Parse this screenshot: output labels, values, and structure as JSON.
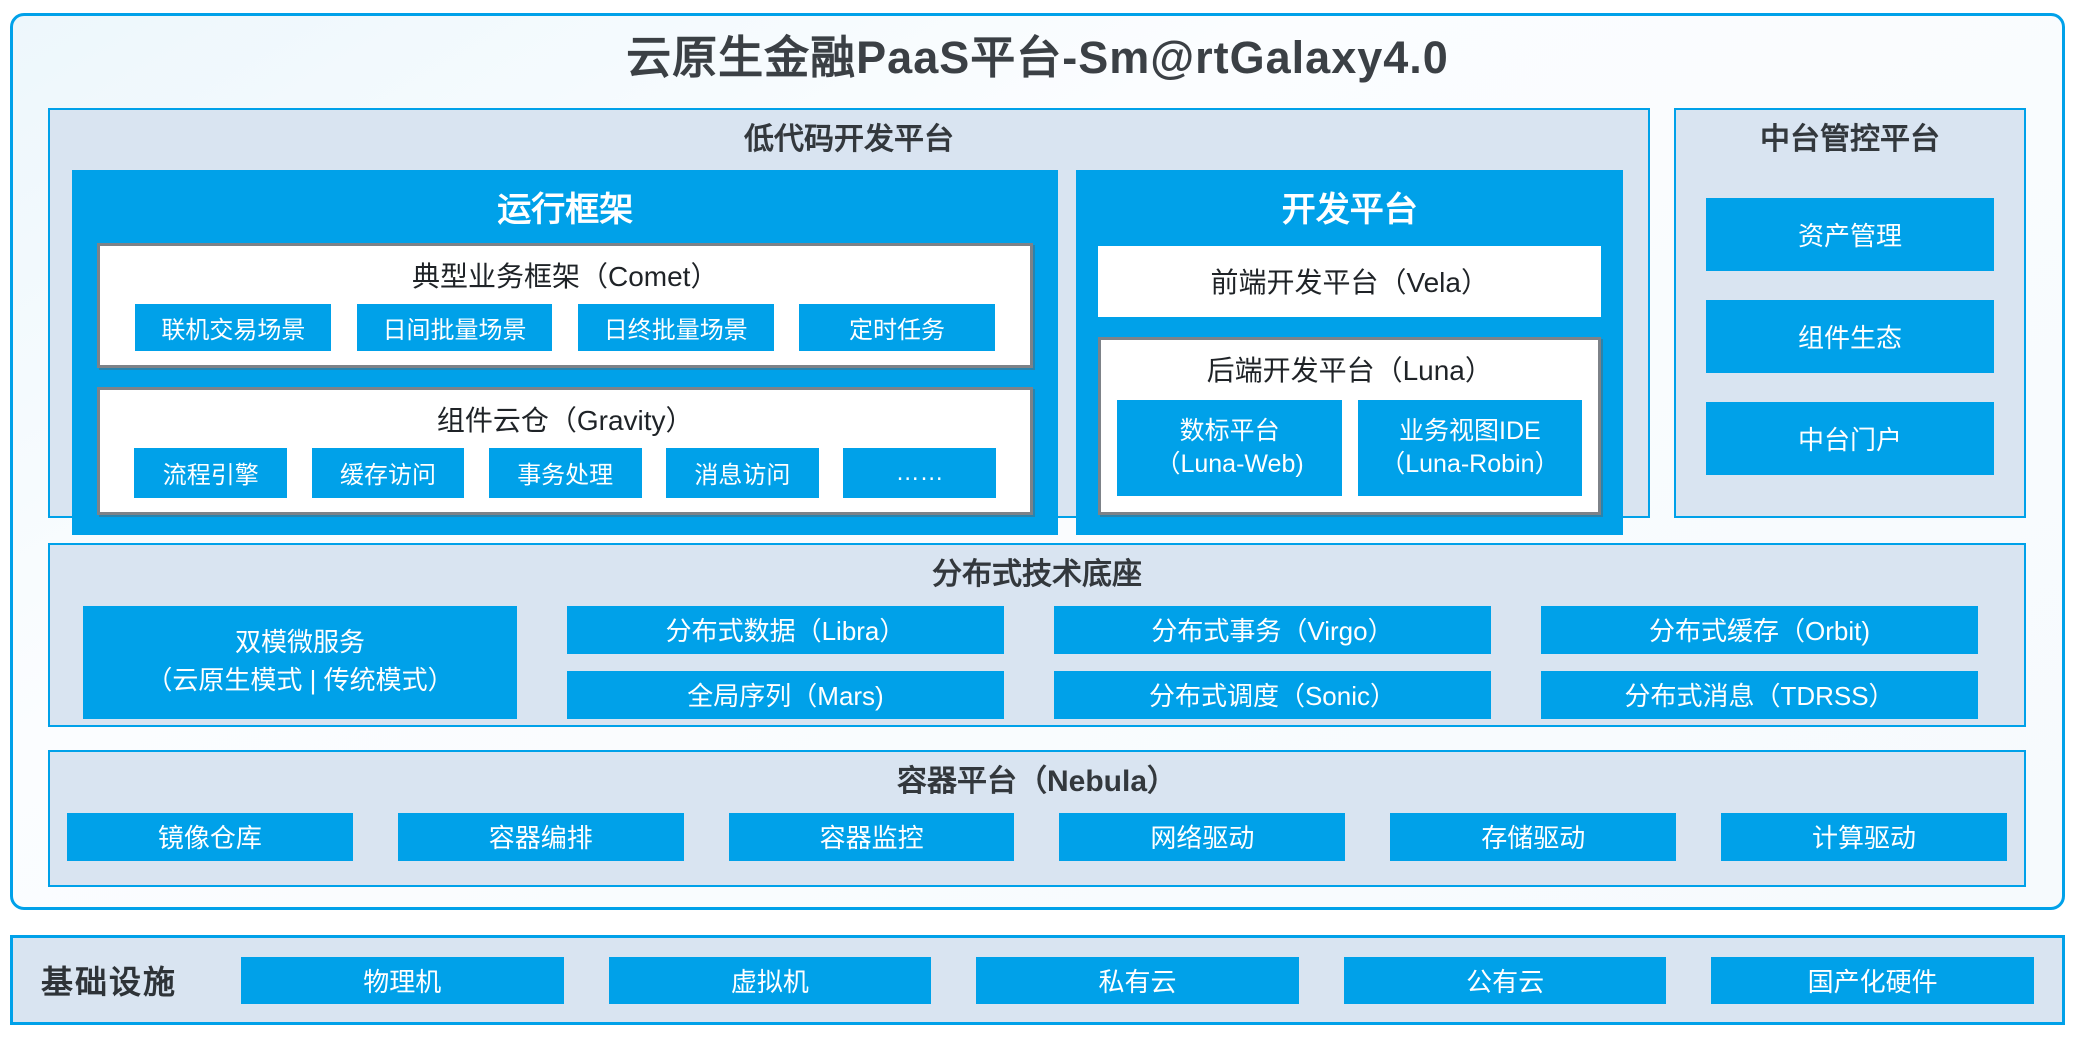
{
  "title": "云原生金融PaaS平台-Sm@rtGalaxy4.0",
  "colors": {
    "accent_blue": "#00A1E9",
    "panel_bg": "#D9E4F1",
    "white_box_border_gray": "#7D8288",
    "dark_text": "#3B4045"
  },
  "lowcode": {
    "header": "低代码开发平台",
    "runtime": {
      "title": "运行框架",
      "comet": {
        "title": "典型业务框架（Comet）",
        "items": [
          "联机交易场景",
          "日间批量场景",
          "日终批量场景",
          "定时任务"
        ]
      },
      "gravity": {
        "title": "组件云仓（Gravity）",
        "items": [
          "流程引擎",
          "缓存访问",
          "事务处理",
          "消息访问",
          "……"
        ]
      }
    },
    "dev": {
      "title": "开发平台",
      "vela": "前端开发平台（Vela）",
      "luna": {
        "title": "后端开发平台（Luna）",
        "items": [
          {
            "line1": "数标平台",
            "line2": "（Luna-Web)"
          },
          {
            "line1": "业务视图IDE",
            "line2": "（Luna-Robin）"
          }
        ]
      }
    }
  },
  "midplatform": {
    "header": "中台管控平台",
    "items": [
      "资产管理",
      "组件生态",
      "中台门户"
    ]
  },
  "distributed": {
    "header": "分布式技术底座",
    "dual_mode": {
      "line1": "双模微服务",
      "line2": "（云原生模式 | 传统模式）"
    },
    "columns": [
      [
        "分布式数据（Libra）",
        "全局序列（Mars)"
      ],
      [
        "分布式事务（Virgo）",
        "分布式调度（Sonic）"
      ],
      [
        "分布式缓存（Orbit)",
        "分布式消息（TDRSS）"
      ]
    ]
  },
  "container_platform": {
    "header": "容器平台（Nebula）",
    "items": [
      "镜像仓库",
      "容器编排",
      "容器监控",
      "网络驱动",
      "存储驱动",
      "计算驱动"
    ]
  },
  "infrastructure": {
    "label": "基础设施",
    "items": [
      "物理机",
      "虚拟机",
      "私有云",
      "公有云",
      "国产化硬件"
    ]
  }
}
